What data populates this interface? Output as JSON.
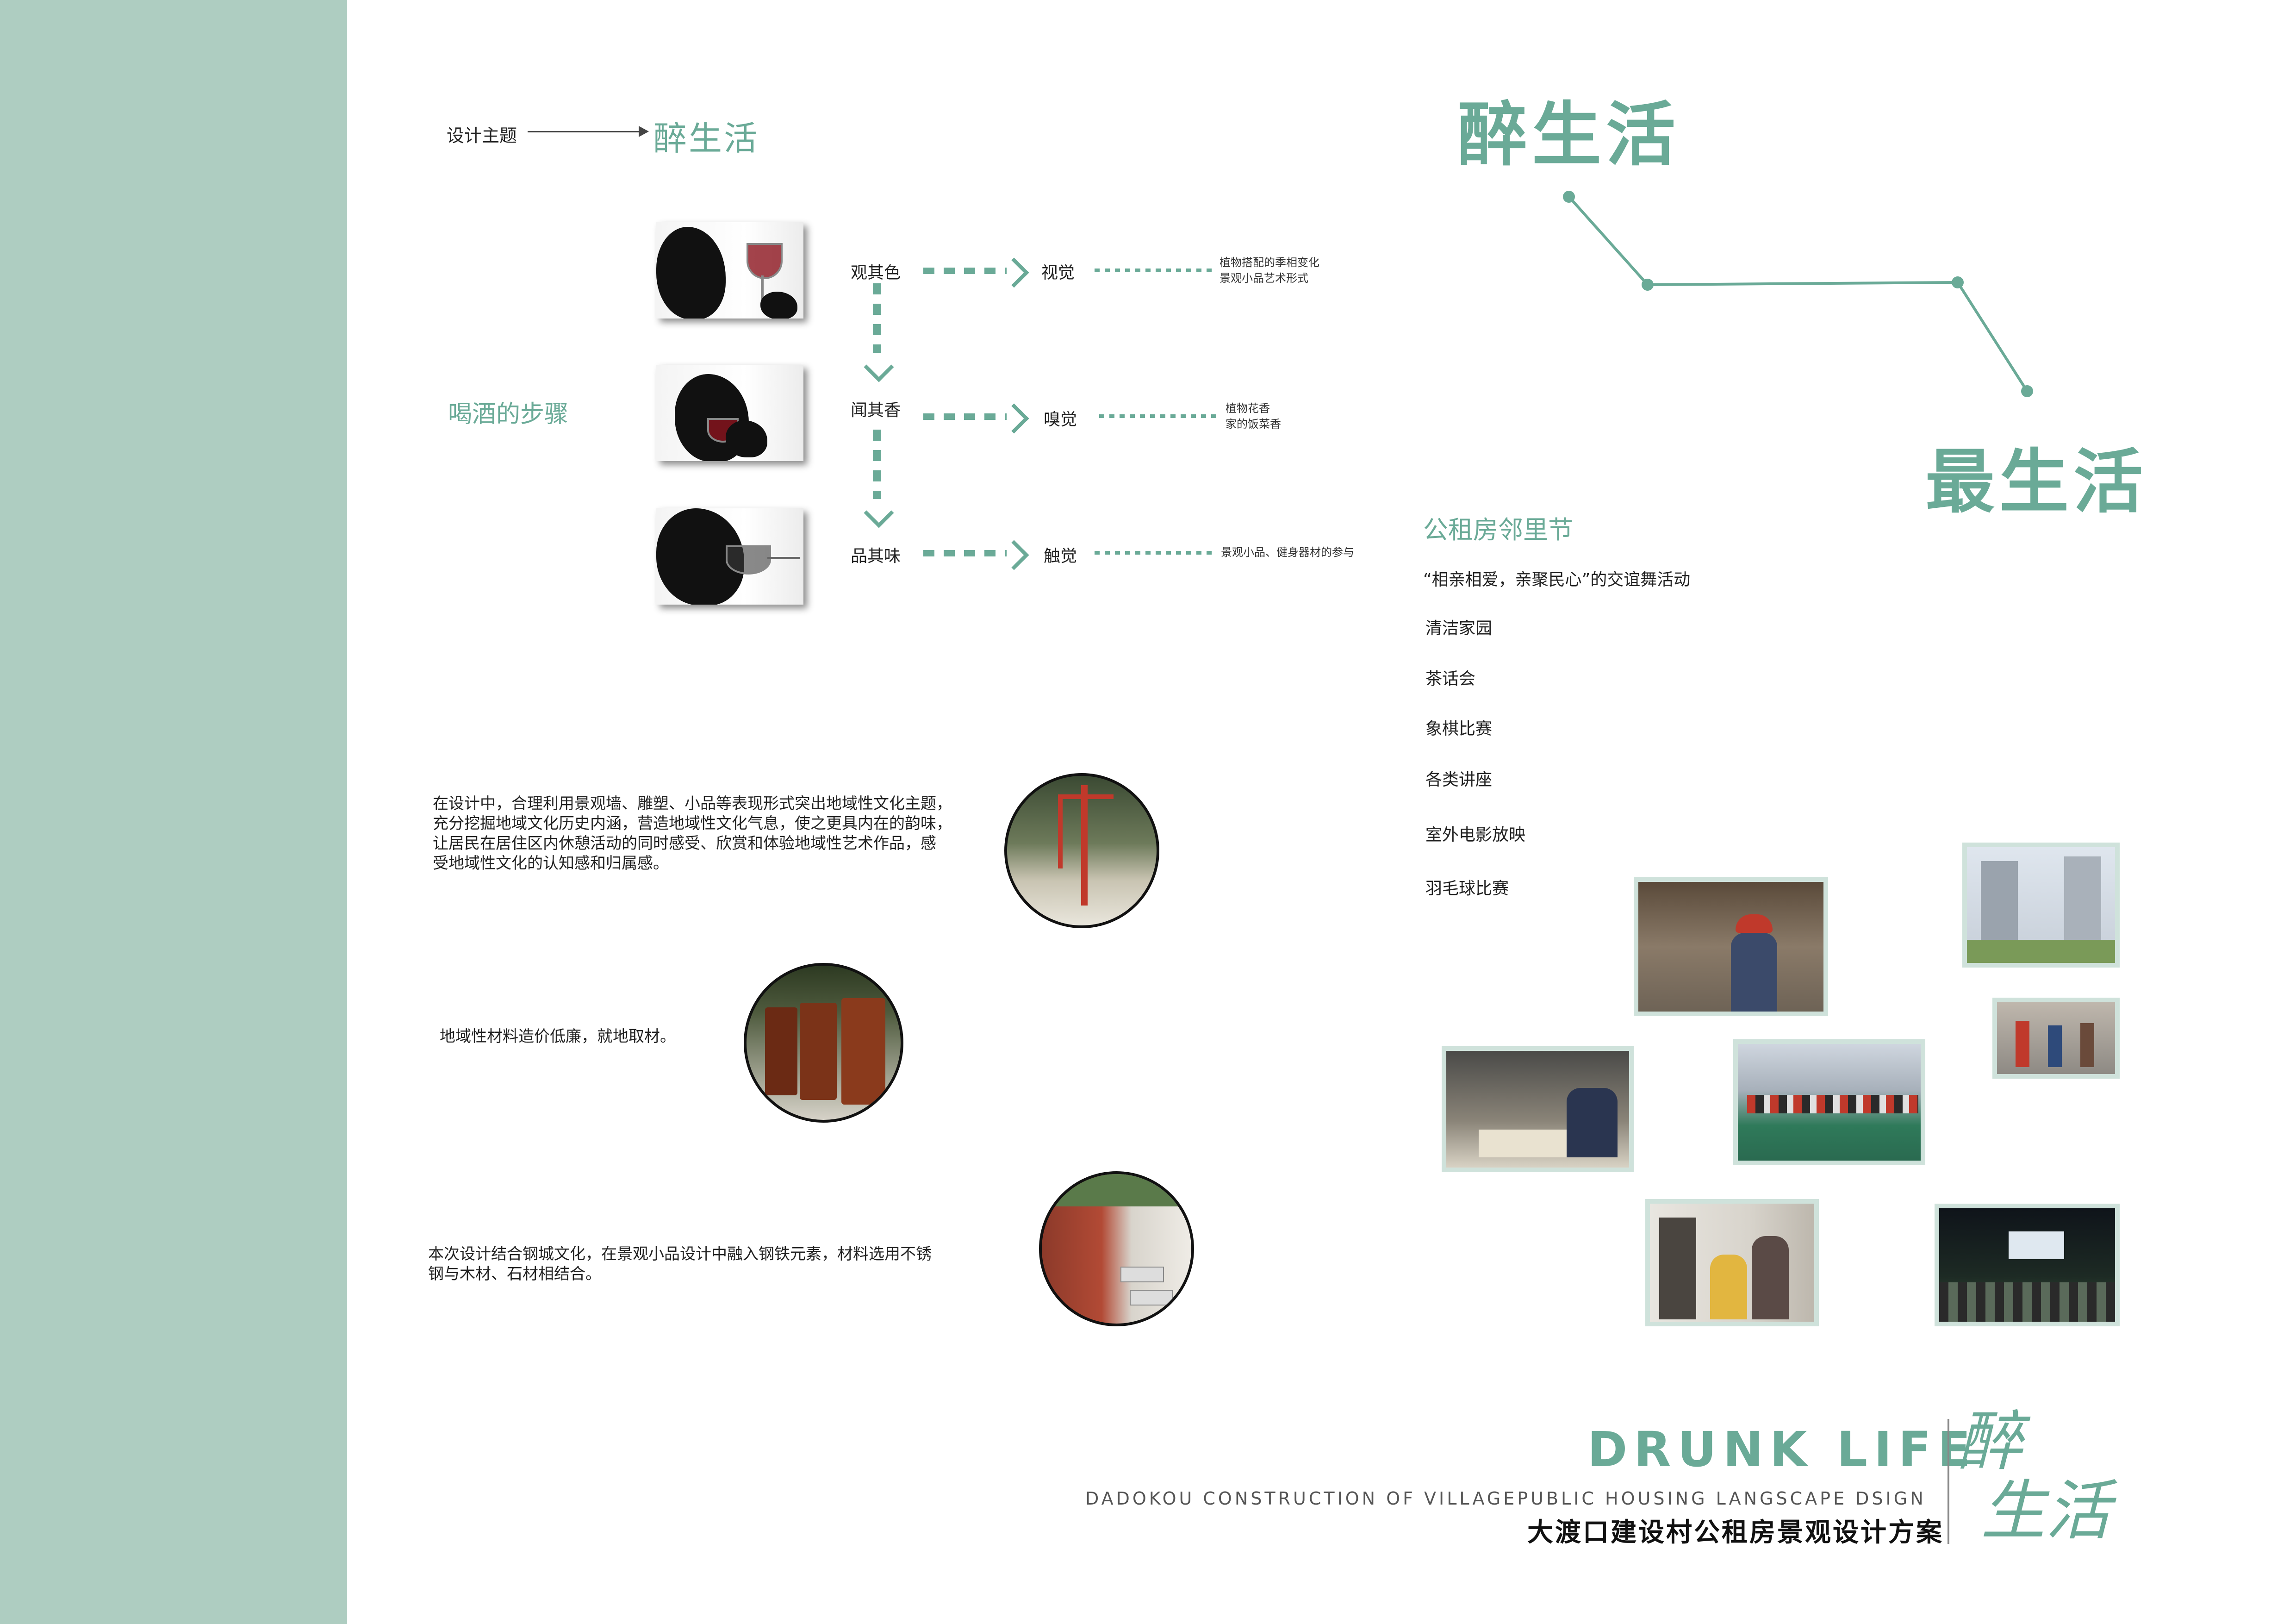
{
  "theme": {
    "label": "设计主题",
    "value": "醉生活"
  },
  "headline": {
    "top": "醉生活",
    "bottom": "最生活"
  },
  "colors": {
    "accent": "#6aaa97",
    "sidebar": "#aecdc1",
    "frame": "#cfe2db"
  },
  "drinking": {
    "label": "喝酒的步骤",
    "steps": [
      {
        "step": "观其色",
        "sense": "视觉",
        "note": "植物搭配的季相变化\n景观小品艺术形式"
      },
      {
        "step": "闻其香",
        "sense": "嗅觉",
        "note": "植物花香\n家的饭菜香"
      },
      {
        "step": "品其味",
        "sense": "触觉",
        "note": "景观小品、健身器材的参与"
      }
    ]
  },
  "paragraphs": {
    "p1": "在设计中，合理利用景观墙、雕塑、小品等表现形式突出地域性文化主题，\n充分挖掘地域文化历史内涵，营造地域性文化气息，使之更具内在的韵味，\n让居民在居住区内休憩活动的同时感受、欣赏和体验地域性艺术作品，感\n受地域性文化的认知感和归属感。",
    "p2": "地域性材料造价低廉，就地取材。",
    "p3": "本次设计结合钢城文化，在景观小品设计中融入钢铁元素，材料选用不锈\n钢与木材、石材相结合。"
  },
  "festival": {
    "title": "公租房邻里节",
    "activities": [
      "“相亲相爱，亲聚民心”的交谊舞活动",
      "清洁家园",
      "茶话会",
      "象棋比赛",
      "各类讲座",
      "室外电影放映",
      "羽毛球比赛"
    ]
  },
  "footer": {
    "en": "DRUNK  LIFE",
    "sub": "DADOKOU CONSTRUCTION OF VILLAGEPUBLIC HOUSING LANGSCAPE DSIGN",
    "cn": "大渡口建设村公租房景观设计方案",
    "calligraphy_line1": "醉",
    "calligraphy_line2": "生活"
  }
}
